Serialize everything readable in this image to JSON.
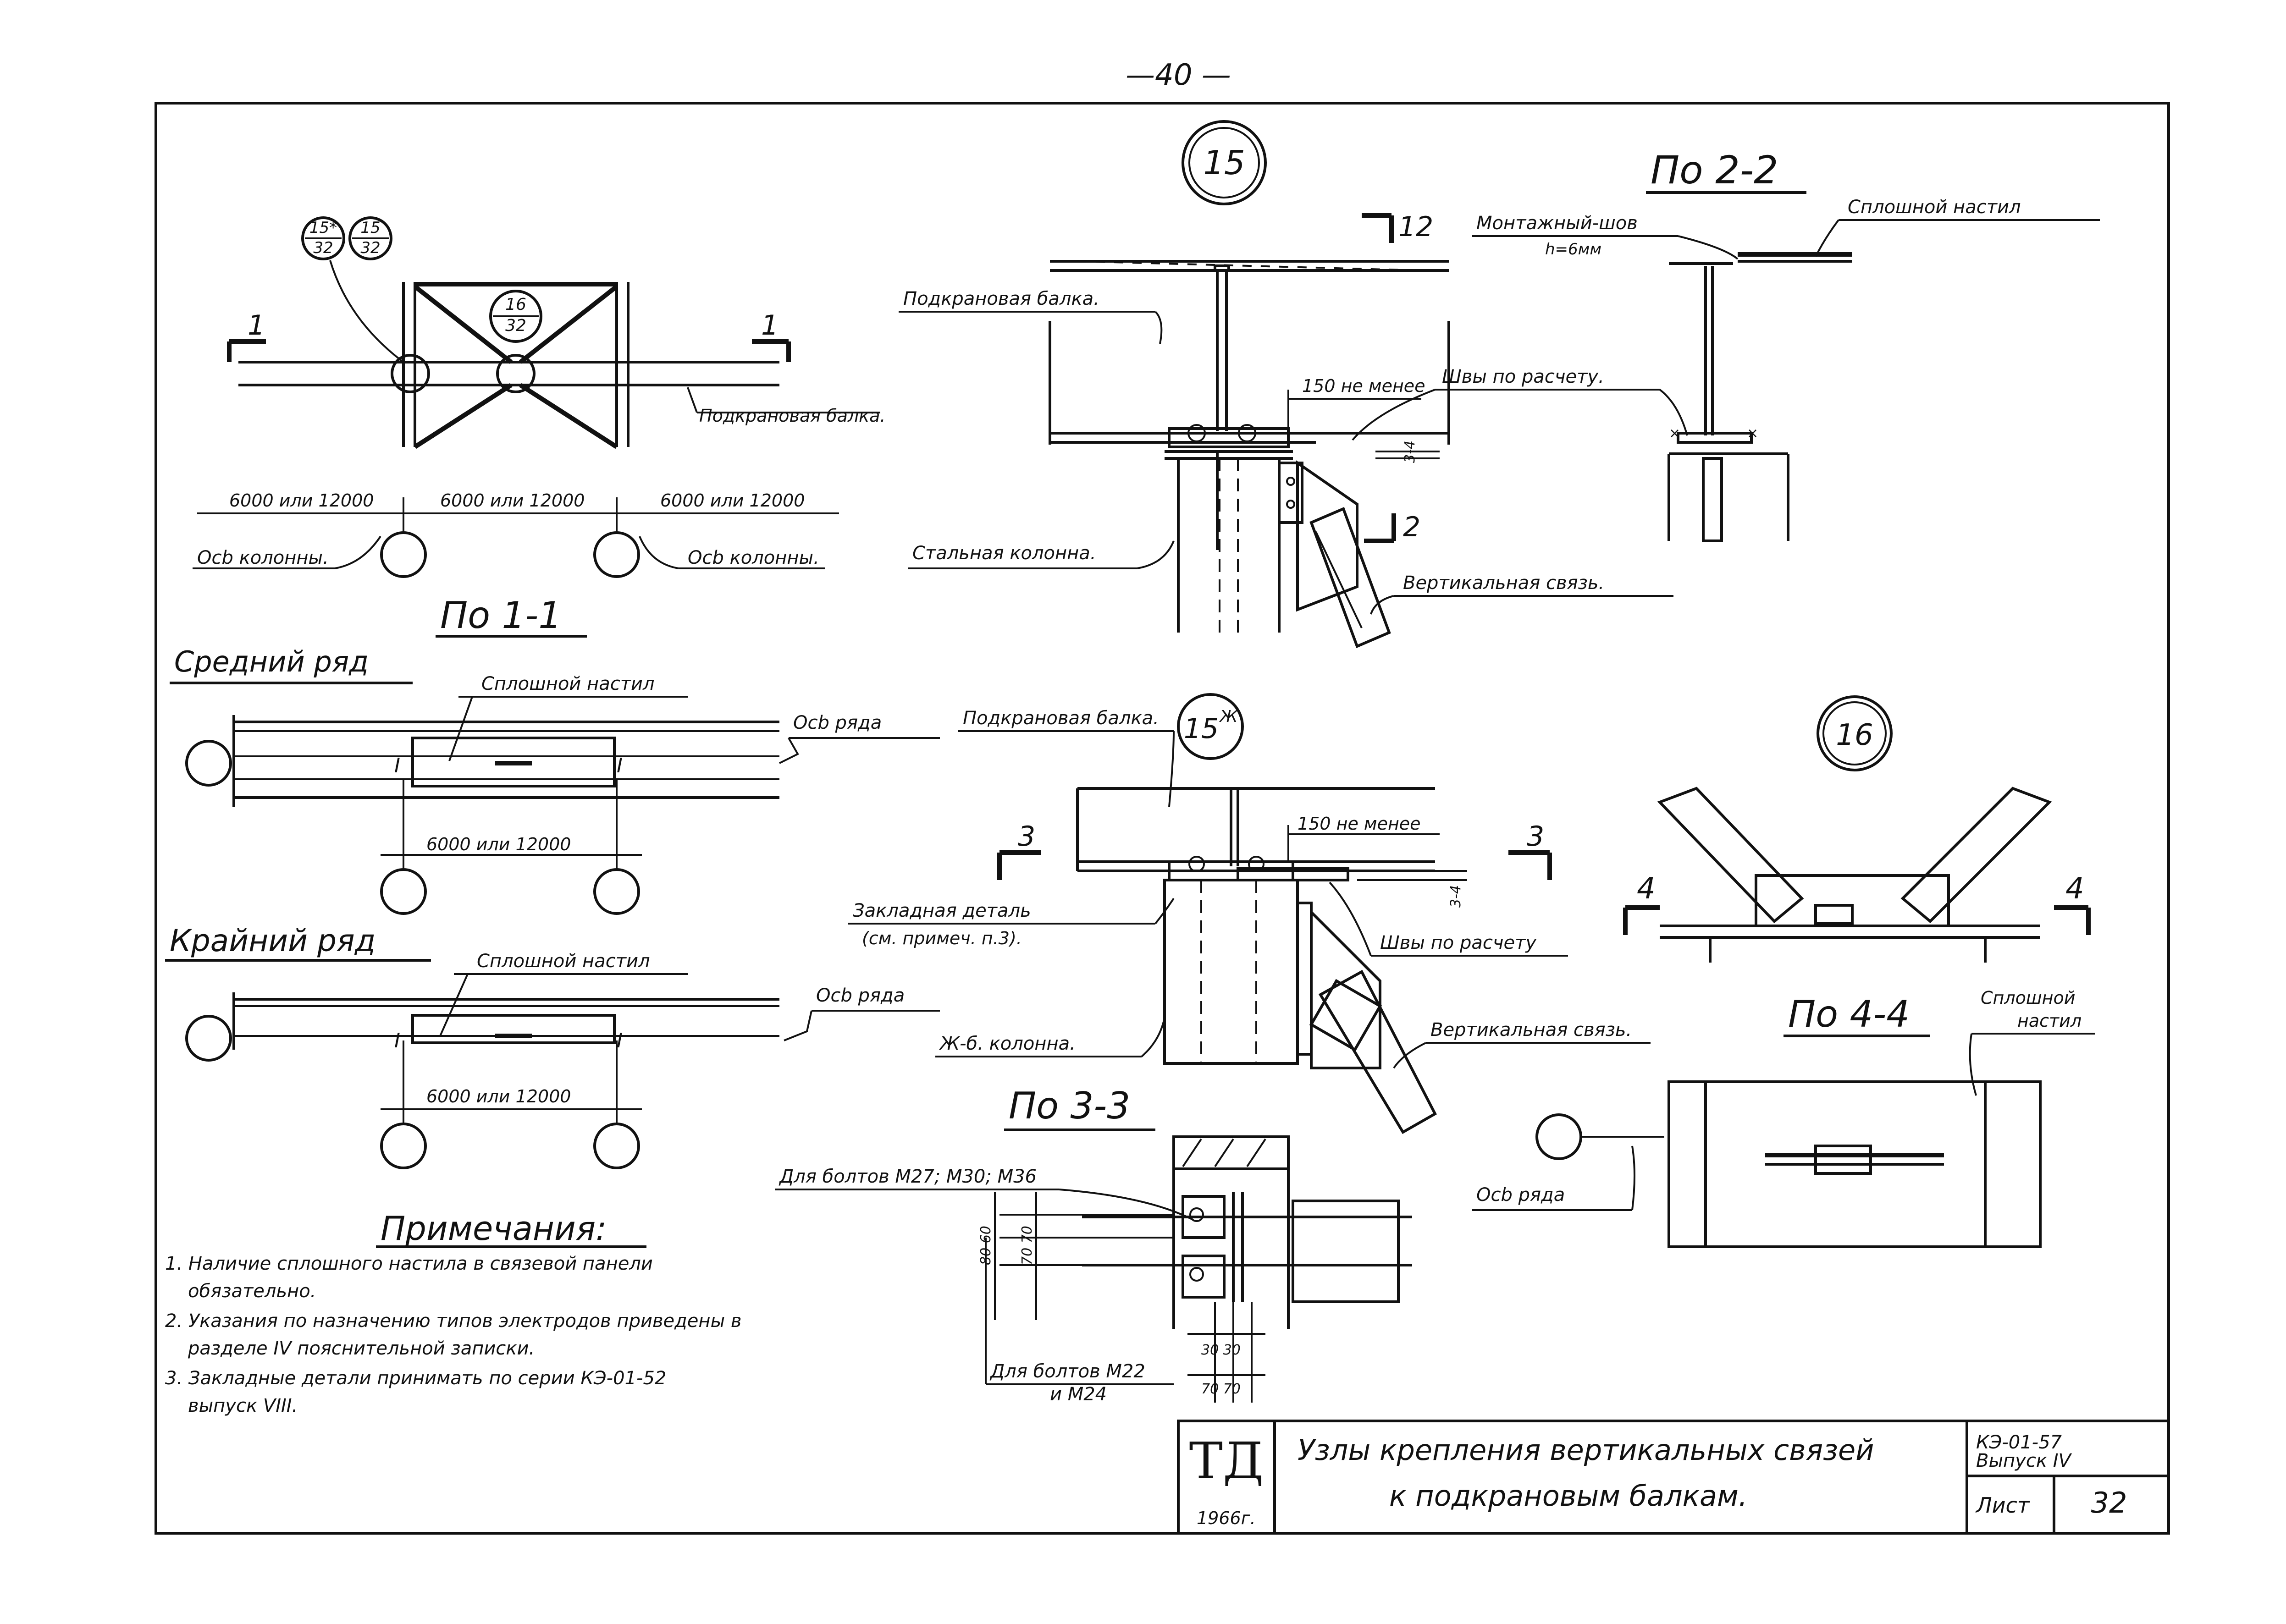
{
  "page_number": "—40 —",
  "plan": {
    "labels": {
      "node_top_left": "15*",
      "sheet_top_left": "32",
      "node_top_right": "15",
      "sheet_top_right": "32",
      "node_center": "16",
      "sheet_center": "32",
      "cut_left": "1",
      "cut_right": "1",
      "crane_beam": "Подкрановая балка.",
      "span_1": "6000 или 12000",
      "span_2": "6000 или 12000",
      "span_3": "6000 или 12000",
      "col_axis_left": "Осb колонны.",
      "col_axis_right": "Осb колонны."
    }
  },
  "section_1_1": {
    "title": "По 1-1",
    "middle_row": "Средний ряд",
    "middle_deck": "Сплошной настил",
    "middle_axis": "Осb ряда",
    "middle_span": "6000 или 12000",
    "edge_row": "Крайний ряд",
    "edge_deck": "Сплошной настил",
    "edge_axis": "Осb ряда",
    "edge_span": "6000 или 12000"
  },
  "node_15": {
    "number": "15",
    "cut_top": "12",
    "cut_bottom": "2",
    "crane_beam": "Подкрановая балка.",
    "min_150": "150 не менее",
    "welds": "Швы по расчету.",
    "gap": "3-4",
    "column": "Стальная колонна.",
    "brace": "Вертикальная связь."
  },
  "section_2_2": {
    "title": "По 2-2",
    "mount_weld": "Монтажный-шов",
    "weld_h": "h=6мм",
    "deck": "Сплошной настил"
  },
  "node_15zh": {
    "number": "15",
    "suffix": "Ж",
    "crane_beam": "Подкрановая балка.",
    "min_150": "150 не менее",
    "cut_left": "3",
    "cut_right": "3",
    "gap": "3-4",
    "embedded_1": "Закладная деталь",
    "embedded_2": "(см. примеч. п.3).",
    "welds": "Швы по расчету",
    "column": "Ж-б. колонна.",
    "brace": "Вертикальная связь."
  },
  "section_3_3": {
    "title": "По 3-3",
    "bolts_large": "Для болтов М27; М30; М36",
    "bolts_small_1": "Для болтов М22",
    "bolts_small_2": "и М24",
    "dim_80_60": "80 60",
    "dim_70_70": "70 70",
    "dim_30_30": "30 30",
    "dim_70_70b": "70 70"
  },
  "node_16": {
    "number": "16",
    "cut_left": "4",
    "cut_right": "4"
  },
  "section_4_4": {
    "title": "По 4-4",
    "deck_1": "Сплошной",
    "deck_2": "настил",
    "axis": "Осb ряда"
  },
  "notes": {
    "title": "Примечания:",
    "items": [
      "1. Наличие сплошного настила в связевой панели",
      "обязательно.",
      "2. Указания по назначению типов электродов приведены в",
      "разделе IV пояснительной записки.",
      "3. Закладные детали принимать по серии КЭ-01-52",
      "выпуск VIII."
    ]
  },
  "title_block": {
    "logo": "ТД",
    "year": "1966г.",
    "title_1": "Узлы крепления вертикальных связей",
    "title_2": "к подкрановым балкам.",
    "series": "КЭ-01-57",
    "issue": "Выпуск IV",
    "sheet_label": "Лист",
    "sheet_number": "32"
  }
}
